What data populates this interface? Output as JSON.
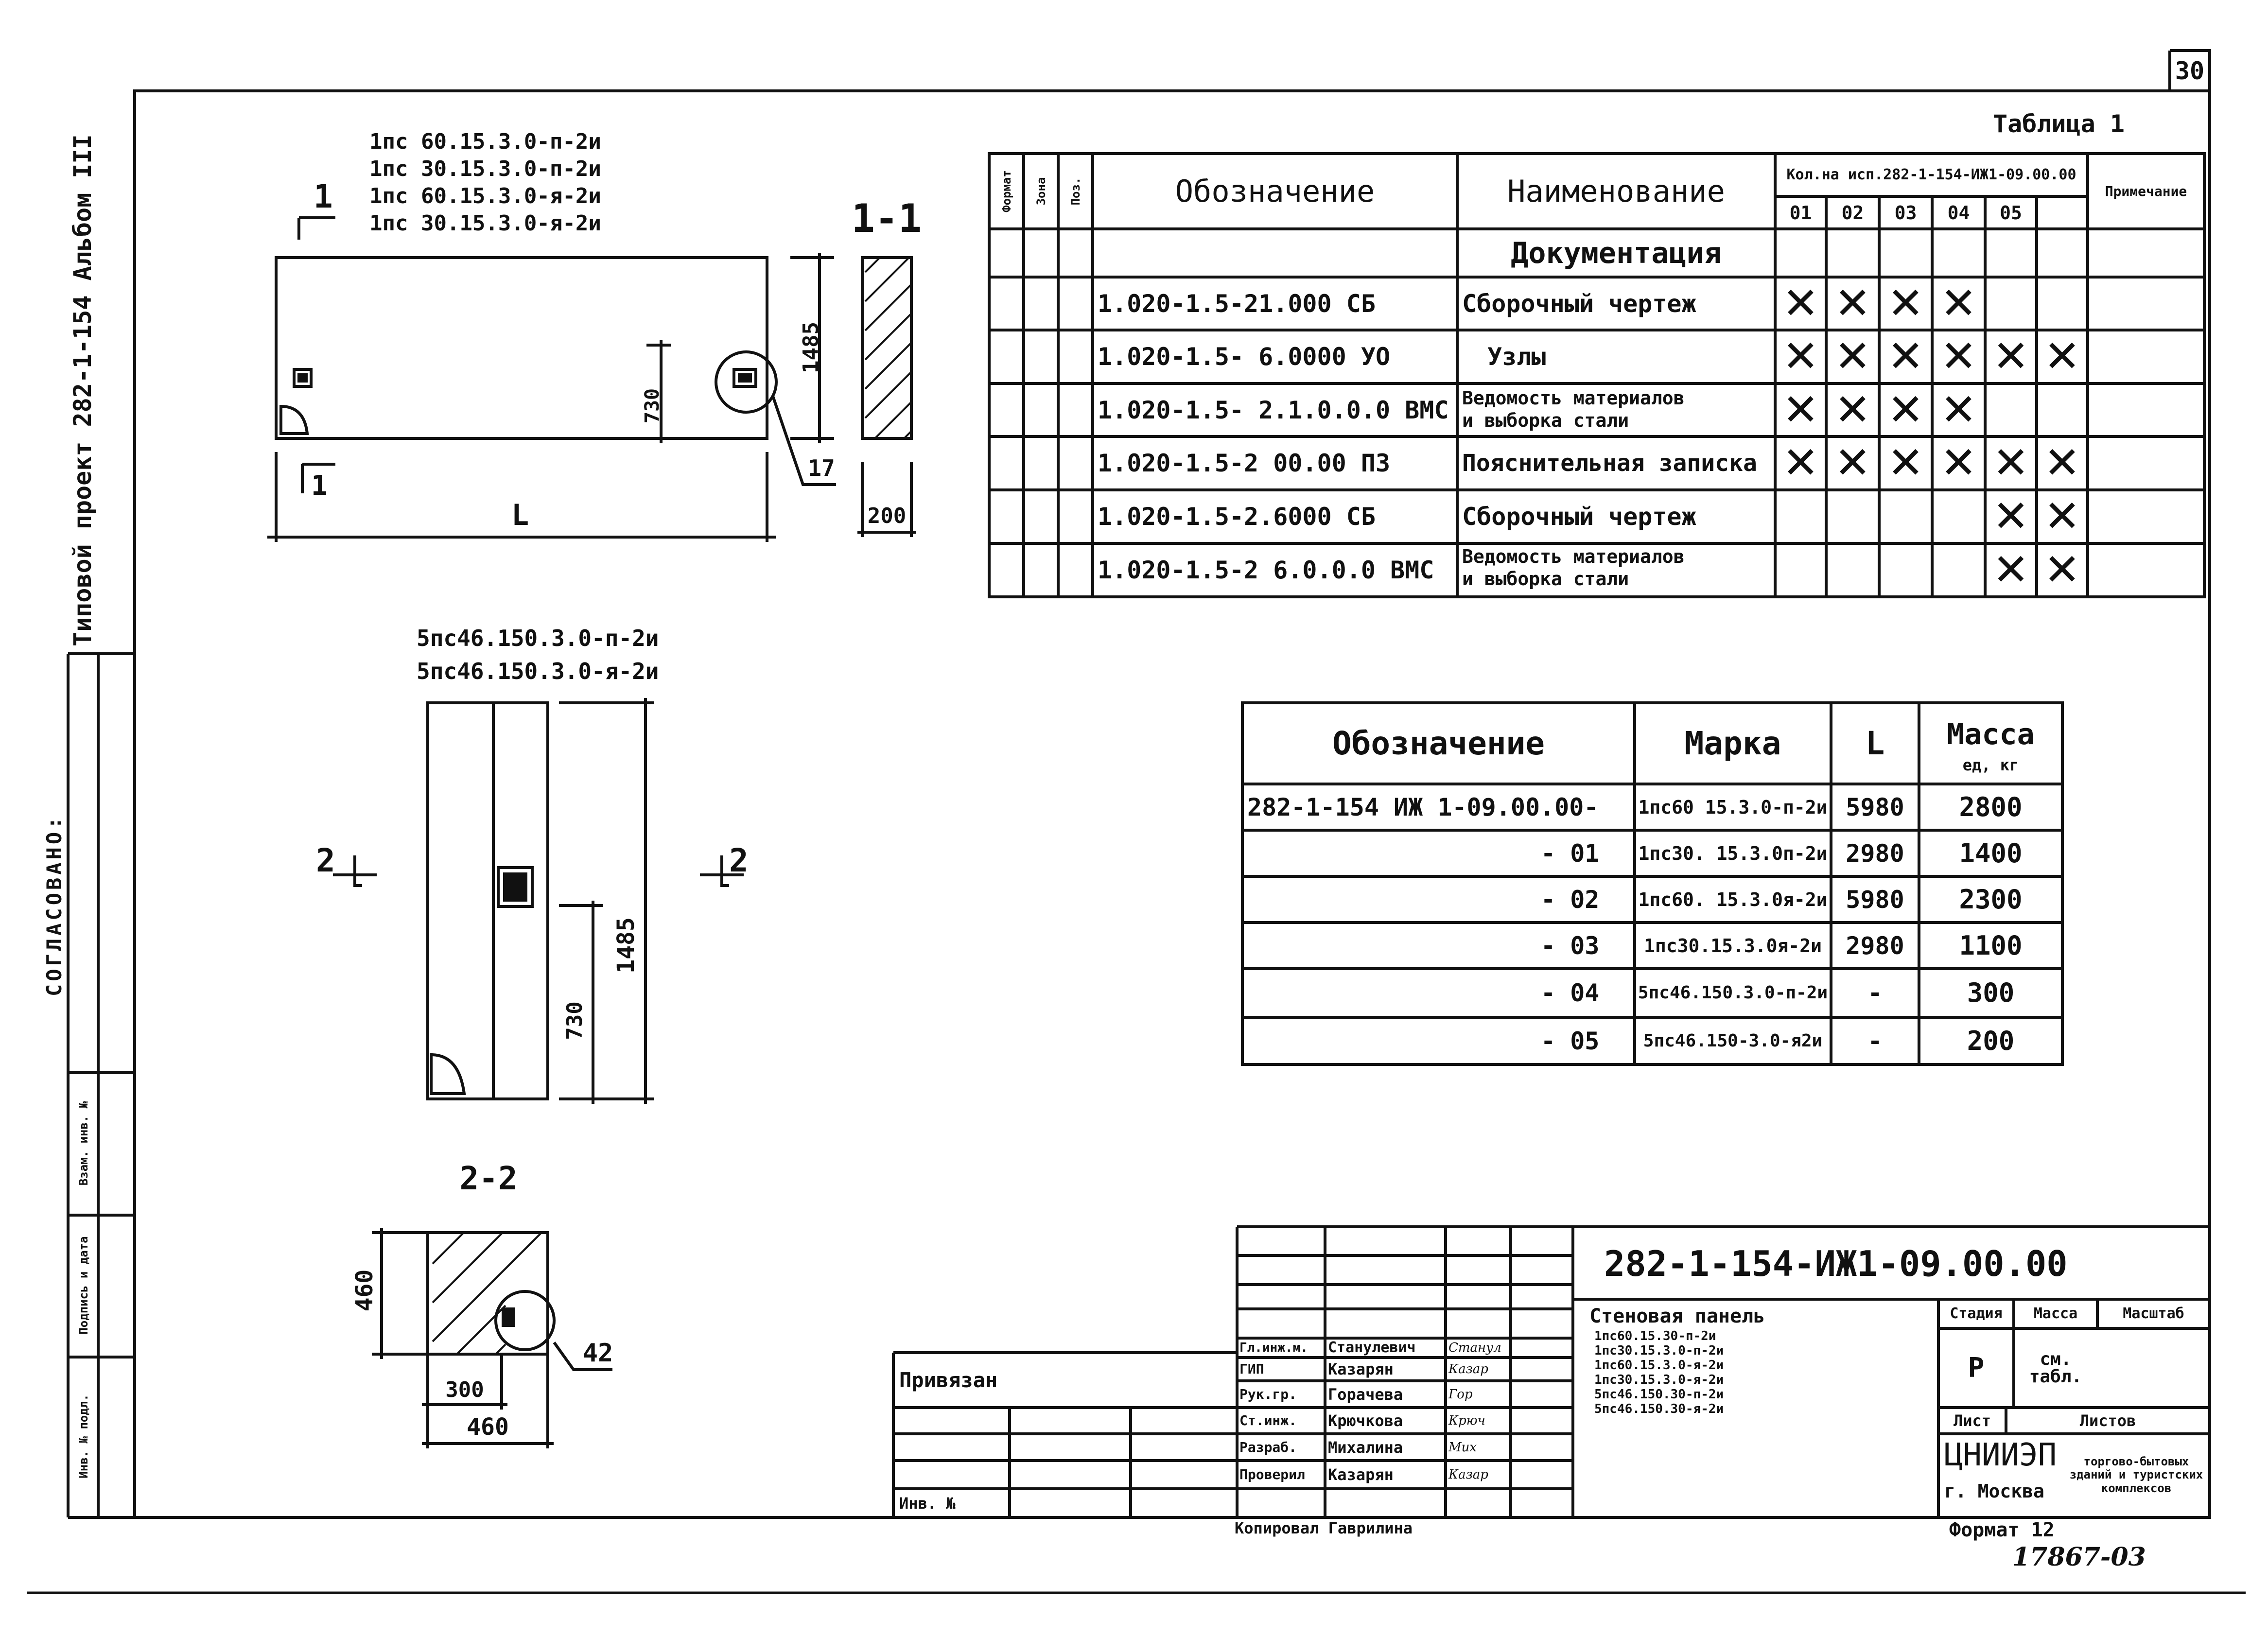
{
  "page_number": "30",
  "margin": {
    "album_title": "Типовой проект 282-1-154  Альбом III",
    "agreed_label": "СОГЛАСОВАНО:",
    "inv_orig": "Инв. № подл.",
    "sign_date": "Подпись и дата",
    "vzam_inv": "Взам. инв. №"
  },
  "top_marks": [
    "1пс 60.15.3.0-п-2и",
    "1пс 30.15.3.0-п-2и",
    "1пс 60.15.3.0-я-2и",
    "1пс 30.15.3.0-я-2и"
  ],
  "view1": {
    "cut_mark": "1",
    "section_title": "1-1",
    "dim_height": "1485",
    "dim_730": "730",
    "dim_length": "L",
    "dim_200": "200",
    "callout_17": "17"
  },
  "mid_marks": [
    "5пс46.150.3.0-п-2и",
    "5пс46.150.3.0-я-2и"
  ],
  "view2": {
    "cut_mark": "2",
    "dim_height": "1485",
    "dim_730": "730"
  },
  "section22": {
    "title": "2-2",
    "dim_460_v": "460",
    "dim_300": "300",
    "dim_460_h": "460",
    "callout_42": "42"
  },
  "table1": {
    "caption": "Таблица 1",
    "headers": {
      "format": "Формат",
      "zone": "Зона",
      "pos": "Поз.",
      "designation": "Обозначение",
      "name": "Наименование",
      "qty_title": "Кол.на исп.282-1-154-ИЖ1-09.00.00",
      "cols": [
        "01",
        "02",
        "03",
        "04",
        "05"
      ],
      "note": "Примечание"
    },
    "section_row": "Документация",
    "rows": [
      {
        "designation": "1.020-1.5-21.000 СБ",
        "name": [
          "Сборочный чертеж"
        ],
        "marks": [
          true,
          true,
          true,
          true,
          false,
          false
        ]
      },
      {
        "designation": "1.020-1.5- 6.0000 УО",
        "name": [
          "Узлы"
        ],
        "marks": [
          true,
          true,
          true,
          true,
          true,
          true
        ]
      },
      {
        "designation": "1.020-1.5- 2.1.0.0.0 ВМС",
        "name": [
          "Ведомость материалов",
          "и выборка стали"
        ],
        "marks": [
          true,
          true,
          true,
          true,
          false,
          false
        ]
      },
      {
        "designation": "1.020-1.5-2 00.00 ПЗ",
        "name": [
          "Пояснительная записка"
        ],
        "marks": [
          true,
          true,
          true,
          true,
          true,
          true
        ]
      },
      {
        "designation": "1.020-1.5-2.6000 СБ",
        "name": [
          "Сборочный чертеж"
        ],
        "marks": [
          false,
          false,
          false,
          false,
          true,
          true
        ]
      },
      {
        "designation": "1.020-1.5-2 6.0.0.0 ВМС",
        "name": [
          "Ведомость материалов",
          "и выборка стали"
        ],
        "marks": [
          false,
          false,
          false,
          false,
          true,
          true
        ]
      }
    ]
  },
  "table2": {
    "headers": {
      "designation": "Обозначение",
      "mark": "Марка",
      "length": "L",
      "mass": "Масса",
      "mass_unit": "ед, кг"
    },
    "rows": [
      {
        "designation": "282-1-154 ИЖ 1-09.00.00-",
        "mark": "1пс60 15.3.0-п-2и",
        "length": "5980",
        "mass": "2800"
      },
      {
        "designation": "- 01",
        "mark": "1пс30. 15.3.0п-2и",
        "length": "2980",
        "mass": "1400"
      },
      {
        "designation": "- 02",
        "mark": "1пс60. 15.3.0я-2и",
        "length": "5980",
        "mass": "2300"
      },
      {
        "designation": "- 03",
        "mark": "1пс30.15.3.0я-2и",
        "length": "2980",
        "mass": "1100"
      },
      {
        "designation": "- 04",
        "mark": "5пс46.150.3.0-п-2и",
        "length": "-",
        "mass": "300"
      },
      {
        "designation": "- 05",
        "mark": "5пс46.150-3.0-я2и",
        "length": "-",
        "mass": "200"
      }
    ]
  },
  "title_block": {
    "code": "282-1-154-ИЖ1-09.00.00",
    "object_title": "Стеновая панель",
    "object_marks": [
      "1пс60.15.30-п-2и",
      "1пс30.15.3.0-п-2и",
      "1пс60.15.3.0-я-2и",
      "1пс30.15.3.0-я-2и",
      "5пс46.150.30-п-2и",
      "5пс46.150.30-я-2и"
    ],
    "linked": "Привязан",
    "inv_no": "Инв. №",
    "people": [
      {
        "role": "Гл.инж.м.",
        "name": "Станулевич",
        "sign": "Станул"
      },
      {
        "role": "ГИП",
        "name": "Казарян",
        "sign": "Казар"
      },
      {
        "role": "Рук.гр.",
        "name": "Горачева",
        "sign": "Гор"
      },
      {
        "role": "Ст.инж.",
        "name": "Крючкова",
        "sign": "Крюч"
      },
      {
        "role": "Разраб.",
        "name": "Михалина",
        "sign": "Мих"
      },
      {
        "role": "Проверил",
        "name": "Казарян",
        "sign": "Казар"
      }
    ],
    "stage_label": "Стадия",
    "mass_label": "Масса",
    "scale_label": "Масштаб",
    "stage_value": "Р",
    "mass_value": "см. табл.",
    "sheet_label": "Лист",
    "sheets_label": "Листов",
    "org": "ЦНИИЭП",
    "org_city": "г. Москва",
    "org_dept": "торгово-бытовых зданий и туристских комплексов"
  },
  "copied_by": "Копировал Гаврилина",
  "format_label": "Формат 12",
  "archive_no": "17867-03"
}
